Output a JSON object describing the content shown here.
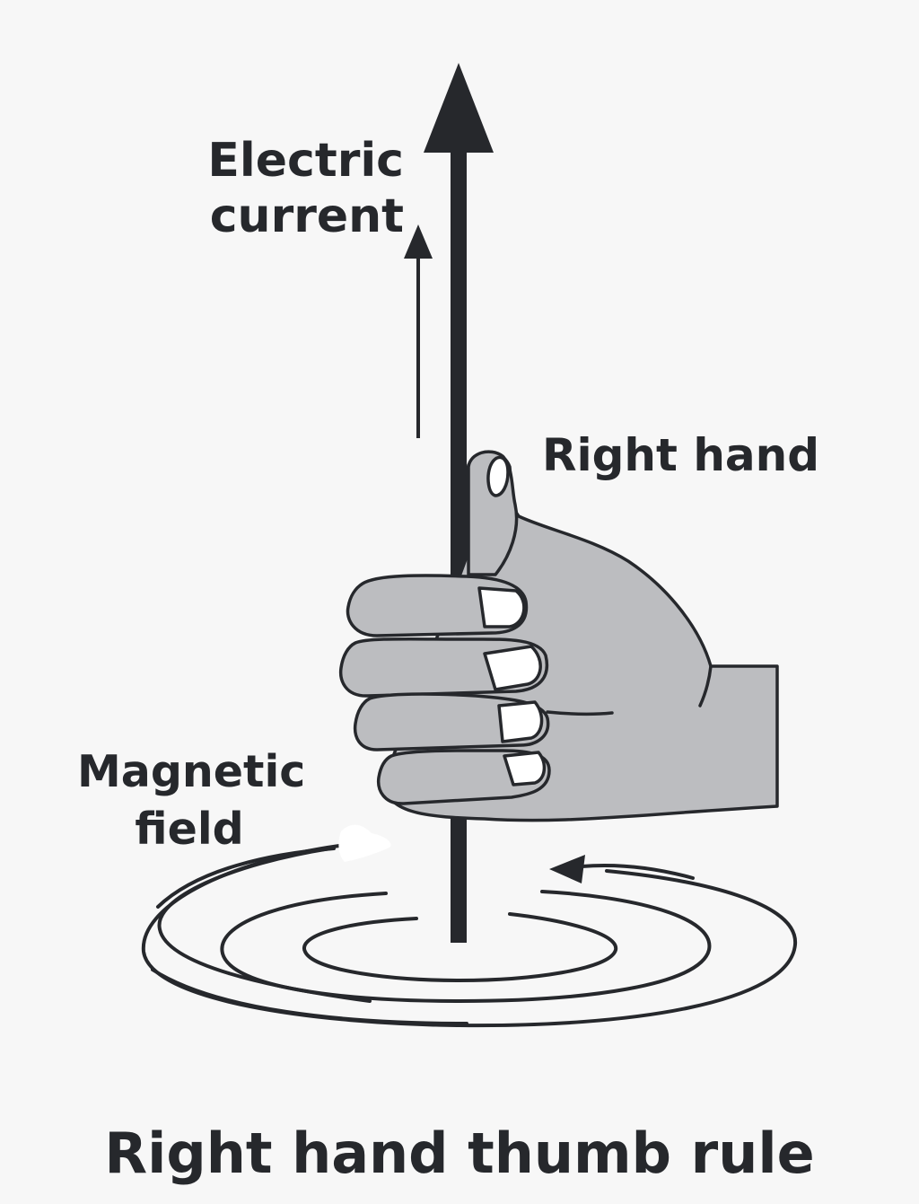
{
  "labels": {
    "electric_current": "Electric\ncurrent",
    "right_hand": "Right hand",
    "magnetic_field": "Magnetic\nfield",
    "title": "Right hand thumb rule"
  },
  "colors": {
    "background": "#f7f7f7",
    "ink": "#26282c",
    "hand_fill": "#bcbdc0",
    "nail_fill": "#ffffff"
  },
  "icons": {
    "hand": "right-hand-gripping-wire",
    "current_arrow": "arrow-up",
    "field_arrow": "arrow-left"
  }
}
